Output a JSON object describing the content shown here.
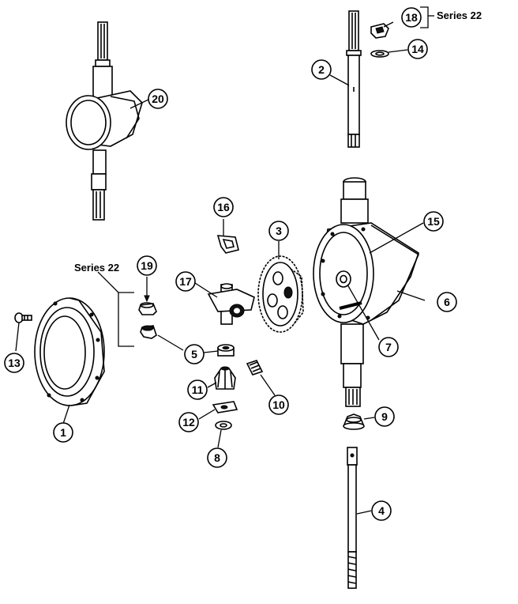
{
  "callouts": [
    {
      "id": "c1",
      "label": "1"
    },
    {
      "id": "c2",
      "label": "2"
    },
    {
      "id": "c3",
      "label": "3"
    },
    {
      "id": "c4",
      "label": "4"
    },
    {
      "id": "c5",
      "label": "5"
    },
    {
      "id": "c6",
      "label": "6"
    },
    {
      "id": "c7",
      "label": "7"
    },
    {
      "id": "c8",
      "label": "8"
    },
    {
      "id": "c9",
      "label": "9"
    },
    {
      "id": "c10",
      "label": "10"
    },
    {
      "id": "c11",
      "label": "11"
    },
    {
      "id": "c12",
      "label": "12"
    },
    {
      "id": "c13",
      "label": "13"
    },
    {
      "id": "c14",
      "label": "14"
    },
    {
      "id": "c15",
      "label": "15"
    },
    {
      "id": "c16",
      "label": "16"
    },
    {
      "id": "c17",
      "label": "17"
    },
    {
      "id": "c18",
      "label": "18"
    },
    {
      "id": "c19",
      "label": "19"
    },
    {
      "id": "c20",
      "label": "20"
    }
  ],
  "series_labels": {
    "top_right": "Series 22",
    "left": "Series 22"
  }
}
